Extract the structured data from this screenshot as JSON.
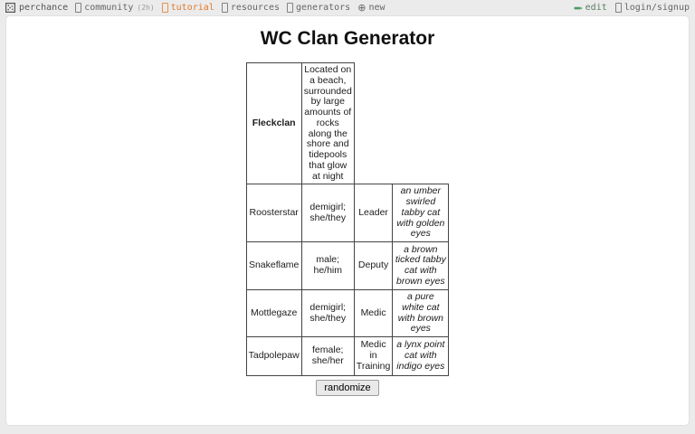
{
  "nav": {
    "brand": "perchance",
    "community": {
      "label": "community",
      "count": "(2h)"
    },
    "tutorial": {
      "label": "tutorial"
    },
    "resources": {
      "label": "resources"
    },
    "generators": {
      "label": "generators"
    },
    "new": {
      "label": "new",
      "icon_glyph": "⊕"
    },
    "edit": {
      "label": "edit"
    },
    "login": {
      "label": "login/signup"
    }
  },
  "page": {
    "title": "WC Clan Generator",
    "randomize_label": "randomize"
  },
  "clan": {
    "name": "Fleckclan",
    "territory": "Located on a beach, surrounded by large amounts of rocks along the shore and tidepools that glow at night",
    "cats": [
      {
        "name": "Roosterstar",
        "gender": "demigirl; she/they",
        "rank": "Leader",
        "appearance": "an umber swirled tabby cat with golden eyes"
      },
      {
        "name": "Snakeflame",
        "gender": "male; he/him",
        "rank": "Deputy",
        "appearance": "a brown ticked tabby cat with brown eyes"
      },
      {
        "name": "Mottlegaze",
        "gender": "demigirl; she/they",
        "rank": "Medic",
        "appearance": "a pure white cat with brown eyes"
      },
      {
        "name": "Tadpolepaw",
        "gender": "female; she/her",
        "rank": "Medic in Training",
        "appearance": "a lynx point cat with indigo eyes"
      }
    ]
  },
  "colors": {
    "page_background": "#ebebeb",
    "card_background": "#ffffff",
    "nav_text": "#666666",
    "tutorial_accent": "#e07a2e",
    "edit_pencil_green": "#4f9a63",
    "table_border": "#444444"
  }
}
